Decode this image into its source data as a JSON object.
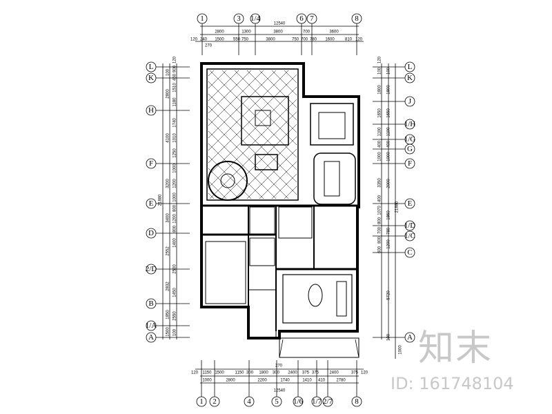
{
  "drawing": {
    "top_axes": [
      "1",
      "3",
      "1/4",
      "6",
      "7",
      "8"
    ],
    "top_total": "12540",
    "top_row1": [
      "2800",
      "1300",
      "3800",
      "700",
      "3600"
    ],
    "top_row2": [
      "120",
      "240",
      "1500",
      "550",
      "750",
      "3800",
      "750",
      "700",
      "780",
      "1600",
      "810",
      "120"
    ],
    "top_note": "270",
    "bottom_axes": [
      "1",
      "2",
      "4",
      "5",
      "1/6",
      "1/7",
      "2/7",
      "8"
    ],
    "bottom_total": "12540",
    "bottom_row1": [
      "120",
      "1150",
      "1500",
      "1150",
      "300",
      "1800",
      "300",
      "2400",
      "375",
      "375",
      "2400",
      "375",
      "120"
    ],
    "bottom_row2": [
      "1000",
      "2800",
      "2200",
      "1740",
      "1410",
      "410",
      "2780"
    ],
    "bottom_note": "270",
    "left_axes": [
      "L",
      "K",
      "H",
      "F",
      "E",
      "D",
      "2/D",
      "B",
      "1/A",
      "A"
    ],
    "left_total": "21880",
    "left_outer": [
      "100",
      "2800",
      "4100",
      "3200",
      "3400",
      "2552",
      "2832",
      "1850",
      "1500"
    ],
    "left_inner": [
      "120",
      "900",
      "450",
      "1510",
      "1180",
      "1740",
      "1010",
      "1250",
      "1000",
      "1200",
      "1000",
      "800",
      "1200",
      "800",
      "1400",
      "2500",
      "1450",
      "2550",
      "100"
    ],
    "right_axes": [
      "L",
      "K",
      "J",
      "1/H",
      "1/G",
      "G",
      "F",
      "E",
      "1/D",
      "1/C",
      "C",
      "A"
    ],
    "right_total": "21880",
    "right_outer": [
      "120",
      "100",
      "1800",
      "1650",
      "1100",
      "400",
      "1000",
      "3350",
      "400",
      "1070",
      "800",
      "700",
      "800",
      "600"
    ],
    "right_inner": [
      "100",
      "1800",
      "1650",
      "1100",
      "400",
      "1000",
      "2000",
      "1860",
      "780",
      "1200",
      "5720",
      "100"
    ],
    "right_bottom": "1000"
  },
  "watermark": {
    "logo": "知末",
    "id": "ID: 161748104"
  },
  "colors": {
    "line": "#000000",
    "watermark": "#c8c8c8"
  }
}
